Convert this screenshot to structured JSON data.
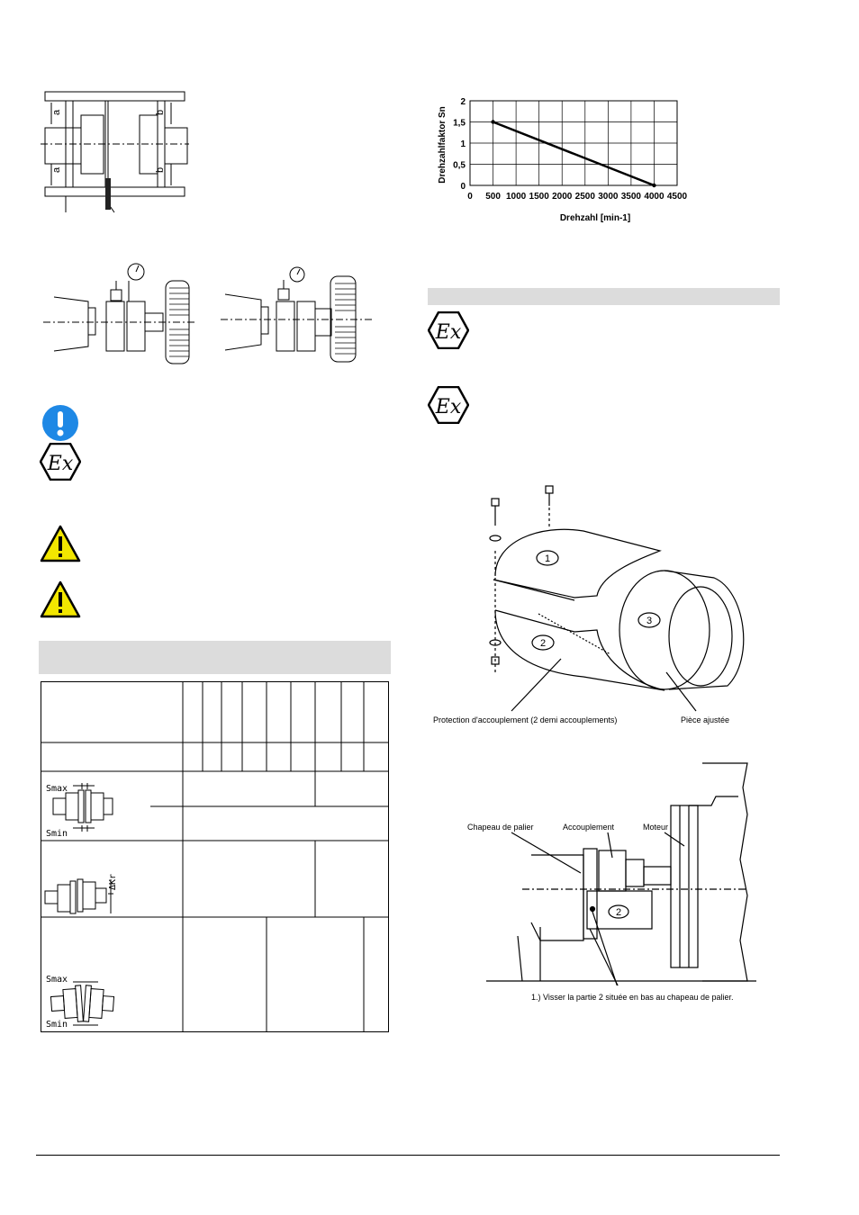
{
  "figures": {
    "alignment_diagram": {
      "labels": [
        "a",
        "a",
        "b",
        "b"
      ]
    },
    "chart_axis_labels": {
      "y_axis": "Drehzahlfaktor Sn",
      "x_axis": "Drehzahl [min-1]"
    },
    "coupling_guard": {
      "part_numbers": [
        "1",
        "2",
        "3"
      ],
      "label_guard": "Protection d'accouplement (2 demi accouplements)",
      "label_fitted_part": "Pièce ajustée"
    },
    "assembly": {
      "label_bearing_cap": "Chapeau de palier",
      "label_coupling": "Accouplement",
      "label_motor": "Moteur",
      "part_number": "2",
      "caption": "1.) Visser la partie 2 située en bas au chapeau de palier."
    },
    "table_symbols": {
      "s_max": "Smax",
      "s_min": "Smin",
      "delta_kr": "ΔKr"
    }
  },
  "icons": {
    "info": "info-circle-icon",
    "ex": "ex-hexagon-icon",
    "warning": "warning-triangle-icon"
  },
  "colors": {
    "info_blue": "#1e88e5",
    "warning_yellow": "#f2e600",
    "section_grey": "#dcdcdc"
  },
  "chart_data": {
    "type": "line",
    "xlabel": "Drehzahl [min-1]",
    "ylabel": "Drehzahlfaktor Sn",
    "xlim": [
      0,
      4500
    ],
    "ylim": [
      0,
      2
    ],
    "x_ticks": [
      0,
      500,
      1000,
      1500,
      2000,
      2500,
      3000,
      3500,
      4000,
      4500
    ],
    "x_tick_labels": [
      "0",
      "500",
      "1000",
      "1500",
      "2000",
      "2500",
      "3000",
      "3500",
      "4000",
      "4500"
    ],
    "y_ticks": [
      0,
      0.5,
      1,
      1.5,
      2
    ],
    "y_tick_labels": [
      "0",
      "0,5",
      "1",
      "1,5",
      "2"
    ],
    "grid": true,
    "series": [
      {
        "x": [
          500,
          4000
        ],
        "y": [
          1.5,
          0
        ]
      }
    ]
  }
}
